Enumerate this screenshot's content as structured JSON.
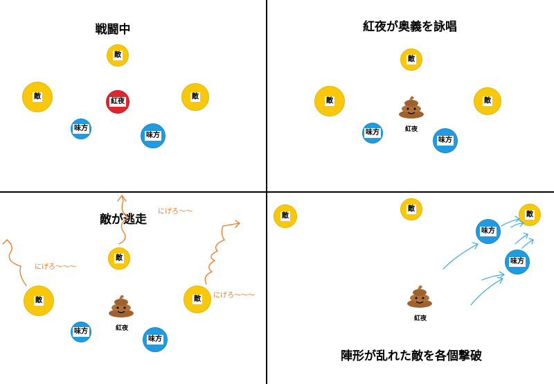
{
  "panels": {
    "p1": {
      "title": "戦闘中"
    },
    "p2": {
      "title": "紅夜が奥義を詠唱"
    },
    "p3": {
      "title": "敵が逃走"
    },
    "p4": {
      "title": "陣形が乱れた敵を各個撃破"
    }
  },
  "labels": {
    "enemy": "敵",
    "ally": "味方",
    "kouya": "紅夜"
  },
  "shouts": {
    "flee": "にげろ〜〜〜",
    "flee_short": "にげろ〜〜"
  },
  "colors": {
    "enemy": "#fac80a",
    "ally": "#1e9be1",
    "kouya": "#e0262c",
    "scribble_orange": "#f07820",
    "arrow_blue": "#2aa3e0"
  }
}
